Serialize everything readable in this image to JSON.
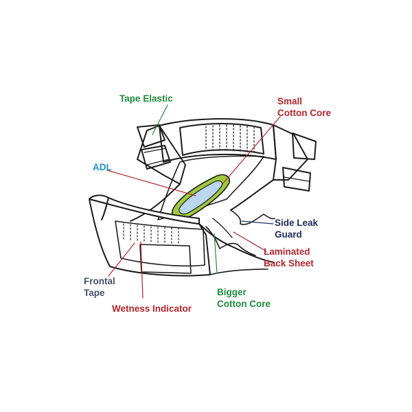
{
  "colors": {
    "green": "#1f8a3a",
    "red": "#b3262b",
    "blue": "#1e8fd0",
    "navy": "#1f2a5c",
    "gray": "#44506a",
    "outline": "#1a1a1a",
    "adl_fill": "#9fc93c",
    "adl_core": "#b9d8f0"
  },
  "labels": {
    "tape_elastic": "Tape Elastic",
    "small_cotton_core": [
      "Small",
      "Cotton Core"
    ],
    "adl": "ADL",
    "side_leak_guard": [
      "Side Leak",
      "Guard"
    ],
    "laminated_back_sheet": [
      "Laminated",
      "Back Sheet"
    ],
    "frontal_tape": [
      "Frontal",
      "Tape"
    ],
    "bigger_cotton_core": [
      "Bigger",
      "Cotton Core"
    ],
    "wetness_indicator": "Wetness Indicator"
  }
}
